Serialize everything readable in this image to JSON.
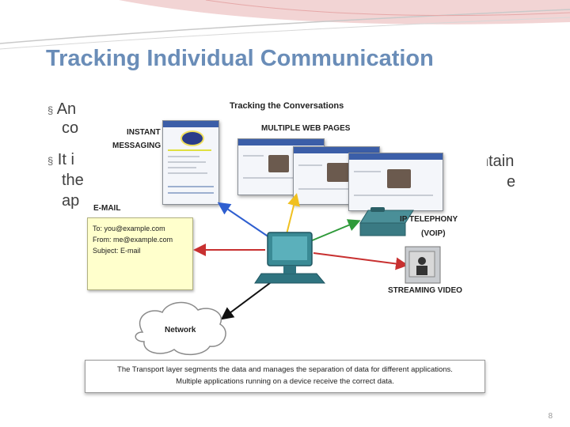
{
  "slide": {
    "title": "Tracking Individual Communication",
    "bullets": [
      {
        "marker": "§",
        "lines": [
          "An",
          "co"
        ]
      },
      {
        "marker": "§",
        "lines": [
          "It i",
          "the",
          "ap"
        ],
        "right_fragments": [
          "ntain",
          "e"
        ]
      }
    ],
    "page_number": "8"
  },
  "diagram": {
    "heading": "Tracking the Conversations",
    "labels": {
      "instant_messaging_1": "INSTANT",
      "instant_messaging_2": "MESSAGING",
      "multiple_web_pages": "MULTIPLE WEB PAGES",
      "email": "E-MAIL",
      "ip_telephony_1": "IP TELEPHONY",
      "ip_telephony_2": "(VOIP)",
      "streaming_video": "STREAMING VIDEO",
      "network": "Network"
    },
    "email_fields": {
      "to": "To: you@example.com",
      "from": "From: me@example.com",
      "subject": "Subject: E-mail"
    },
    "caption": [
      "The Transport layer segments the data and manages the separation of data for different applications.",
      "Multiple applications running on a device receive the correct data."
    ],
    "colors": {
      "blue_arrow": "#2f5fd0",
      "yellow_arrow": "#f0c020",
      "green_arrow": "#2f9a3a",
      "red_arrow": "#c83030",
      "black_arrow": "#111111",
      "title": "#6a8db8"
    }
  }
}
